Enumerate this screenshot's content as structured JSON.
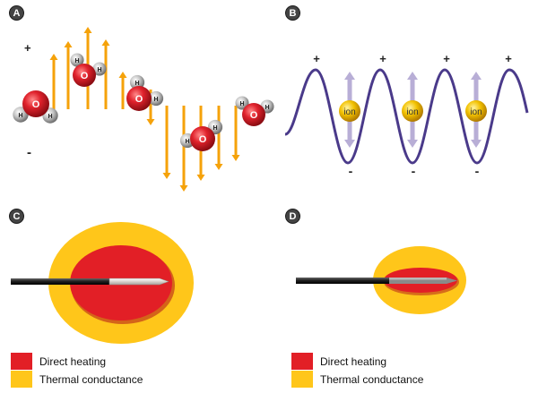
{
  "panels": {
    "a": {
      "label": "A",
      "plus": "+",
      "minus": "-",
      "hydrogen": "H",
      "oxygen": "O"
    },
    "b": {
      "label": "B",
      "plus": "+",
      "minus": "-",
      "ion": "ion"
    },
    "c": {
      "label": "C",
      "legend": [
        {
          "label": "Direct heating",
          "color": "#e21f26"
        },
        {
          "label": "Thermal conductance",
          "color": "#ffc61a"
        }
      ]
    },
    "d": {
      "label": "D",
      "legend": [
        {
          "label": "Direct heating",
          "color": "#e21f26"
        },
        {
          "label": "Thermal conductance",
          "color": "#ffc61a"
        }
      ]
    }
  },
  "colors": {
    "arrow": "#f5a20a",
    "wave": "#4a3a8a",
    "ion_arrow": "#b8aed6",
    "ion": "#f2c100",
    "oxygen": "#d8202a",
    "hydrogen": "#b5b5b5",
    "direct_heating": "#e21f26",
    "thermal_conductance": "#ffc61a"
  },
  "icons": [
    "water-molecule-icon",
    "ion-icon",
    "needle-probe-icon"
  ]
}
